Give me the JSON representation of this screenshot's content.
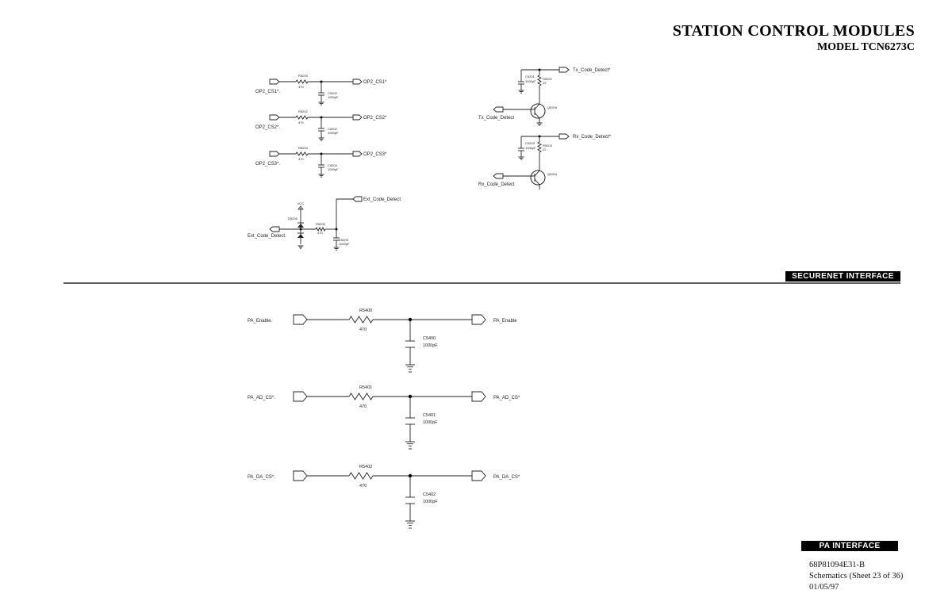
{
  "header": {
    "title": "STATION CONTROL MODULES",
    "model": "MODEL TCN6273C"
  },
  "sections": {
    "securenet": "SECURENET INTERFACE",
    "pa": "PA INTERFACE"
  },
  "footer": {
    "doc_number": "68P81094E31-B",
    "sheet": "Schematics (Sheet 23 of 36)",
    "date": "01/05/97"
  },
  "op2_circuits": [
    {
      "input": "OP2_CS1*.",
      "output": "OP2_CS1*",
      "resistor": "R5200",
      "resistor_value": "470",
      "capacitor": "C5200",
      "capacitor_value": "1000pF"
    },
    {
      "input": "OP2_CS2*.",
      "output": "OP2_CS2*",
      "resistor": "R5202",
      "resistor_value": "470",
      "capacitor": "C5202",
      "capacitor_value": "1000pF"
    },
    {
      "input": "OP2_CS3*.",
      "output": "OP2_CS3*",
      "resistor": "R5204",
      "resistor_value": "470",
      "capacitor": "C5204",
      "capacitor_value": "1000pF"
    }
  ],
  "ext_circuit": {
    "input": "Ext_Code_Detect.",
    "output": "Ext_Code_Detect",
    "supply": "VCC",
    "diode": "D5206",
    "resistor": "R5205",
    "resistor_value": "470",
    "capacitor": "C5205",
    "capacitor_value": "1000pF"
  },
  "transistor_circuits": [
    {
      "input": "Tx_Code_Detect",
      "output": "Tx_Code_Detect*",
      "capacitor": "C5201",
      "capacitor_value": "1000pF",
      "resistor": "R5201",
      "resistor_value": "22",
      "transistor": "Q5200"
    },
    {
      "input": "Rx_Code_Detect",
      "output": "Rx_Code_Detect*",
      "capacitor": "C5203",
      "capacitor_value": "1000pF",
      "resistor": "R5203",
      "resistor_value": "22",
      "transistor": "Q5204"
    }
  ],
  "pa_circuits": [
    {
      "input": "PA_Enable.",
      "output": "PA_Enable",
      "resistor": "R5400",
      "resistor_value": "470",
      "capacitor": "C5400",
      "capacitor_value": "1000pF"
    },
    {
      "input": "PA_AD_CS*.",
      "output": "PA_AD_CS*",
      "resistor": "R5401",
      "resistor_value": "470",
      "capacitor": "C5401",
      "capacitor_value": "1000pF"
    },
    {
      "input": "PA_DA_CS*.",
      "output": "PA_DA_CS*",
      "resistor": "R5402",
      "resistor_value": "470",
      "capacitor": "C5402",
      "capacitor_value": "1000pF"
    }
  ]
}
